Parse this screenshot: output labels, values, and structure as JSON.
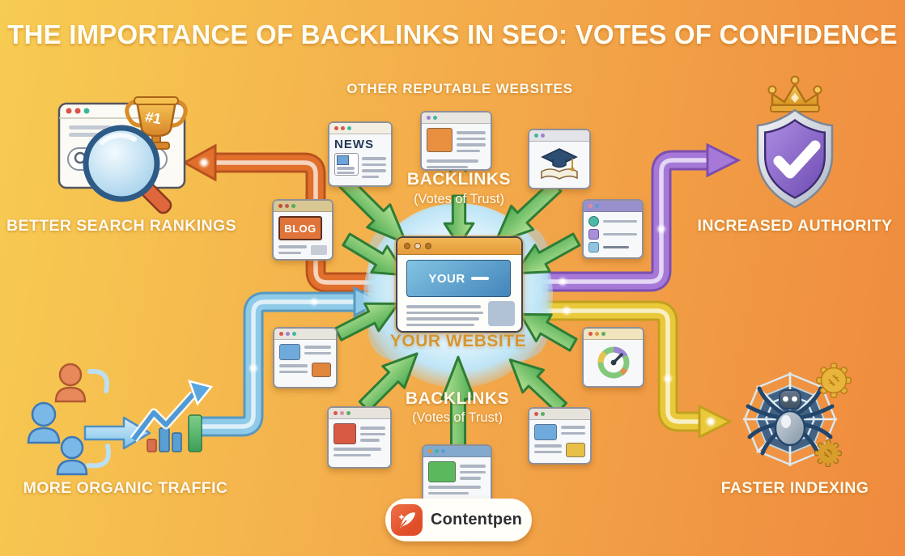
{
  "title": "THE IMPORTANCE OF BACKLINKS IN SEO: VOTES OF CONFIDENCE",
  "top_label": "OTHER REPUTABLE WEBSITES",
  "center": {
    "site_name": "YOUR",
    "caption": "YOUR WEBSITE"
  },
  "backlinks_top": {
    "title": "BACKLINKS",
    "subtitle": "(Votes of Trust)"
  },
  "backlinks_bottom": {
    "title": "BACKLINKS",
    "subtitle": "(Votes of Trust)"
  },
  "benefits": {
    "top_left": "BETTER SEARCH RANKINGS",
    "top_right": "INCREASED AUTHORITY",
    "bottom_left": "MORE ORGANIC TRAFFIC",
    "bottom_right": "FASTER INDEXING"
  },
  "sites": {
    "news": "NEWS",
    "blog": "BLOG"
  },
  "trophy_rank": "#1",
  "logo": {
    "name": "Contentpen"
  },
  "colors": {
    "bg-left": "#F7CC52",
    "bg-mid": "#F3A94A",
    "bg-right": "#EF8A3E",
    "band-orange": "#E2702D",
    "band-blue": "#8FCBE8",
    "band-purple": "#A678D8",
    "band-yellow": "#E9C93A",
    "arrow-green": "#57B25D",
    "arrow-green-dark": "#2E7D36",
    "text-cream": "#FFF9EC",
    "gold-text": "#D4952F",
    "logo-accent": "#E04E28"
  }
}
